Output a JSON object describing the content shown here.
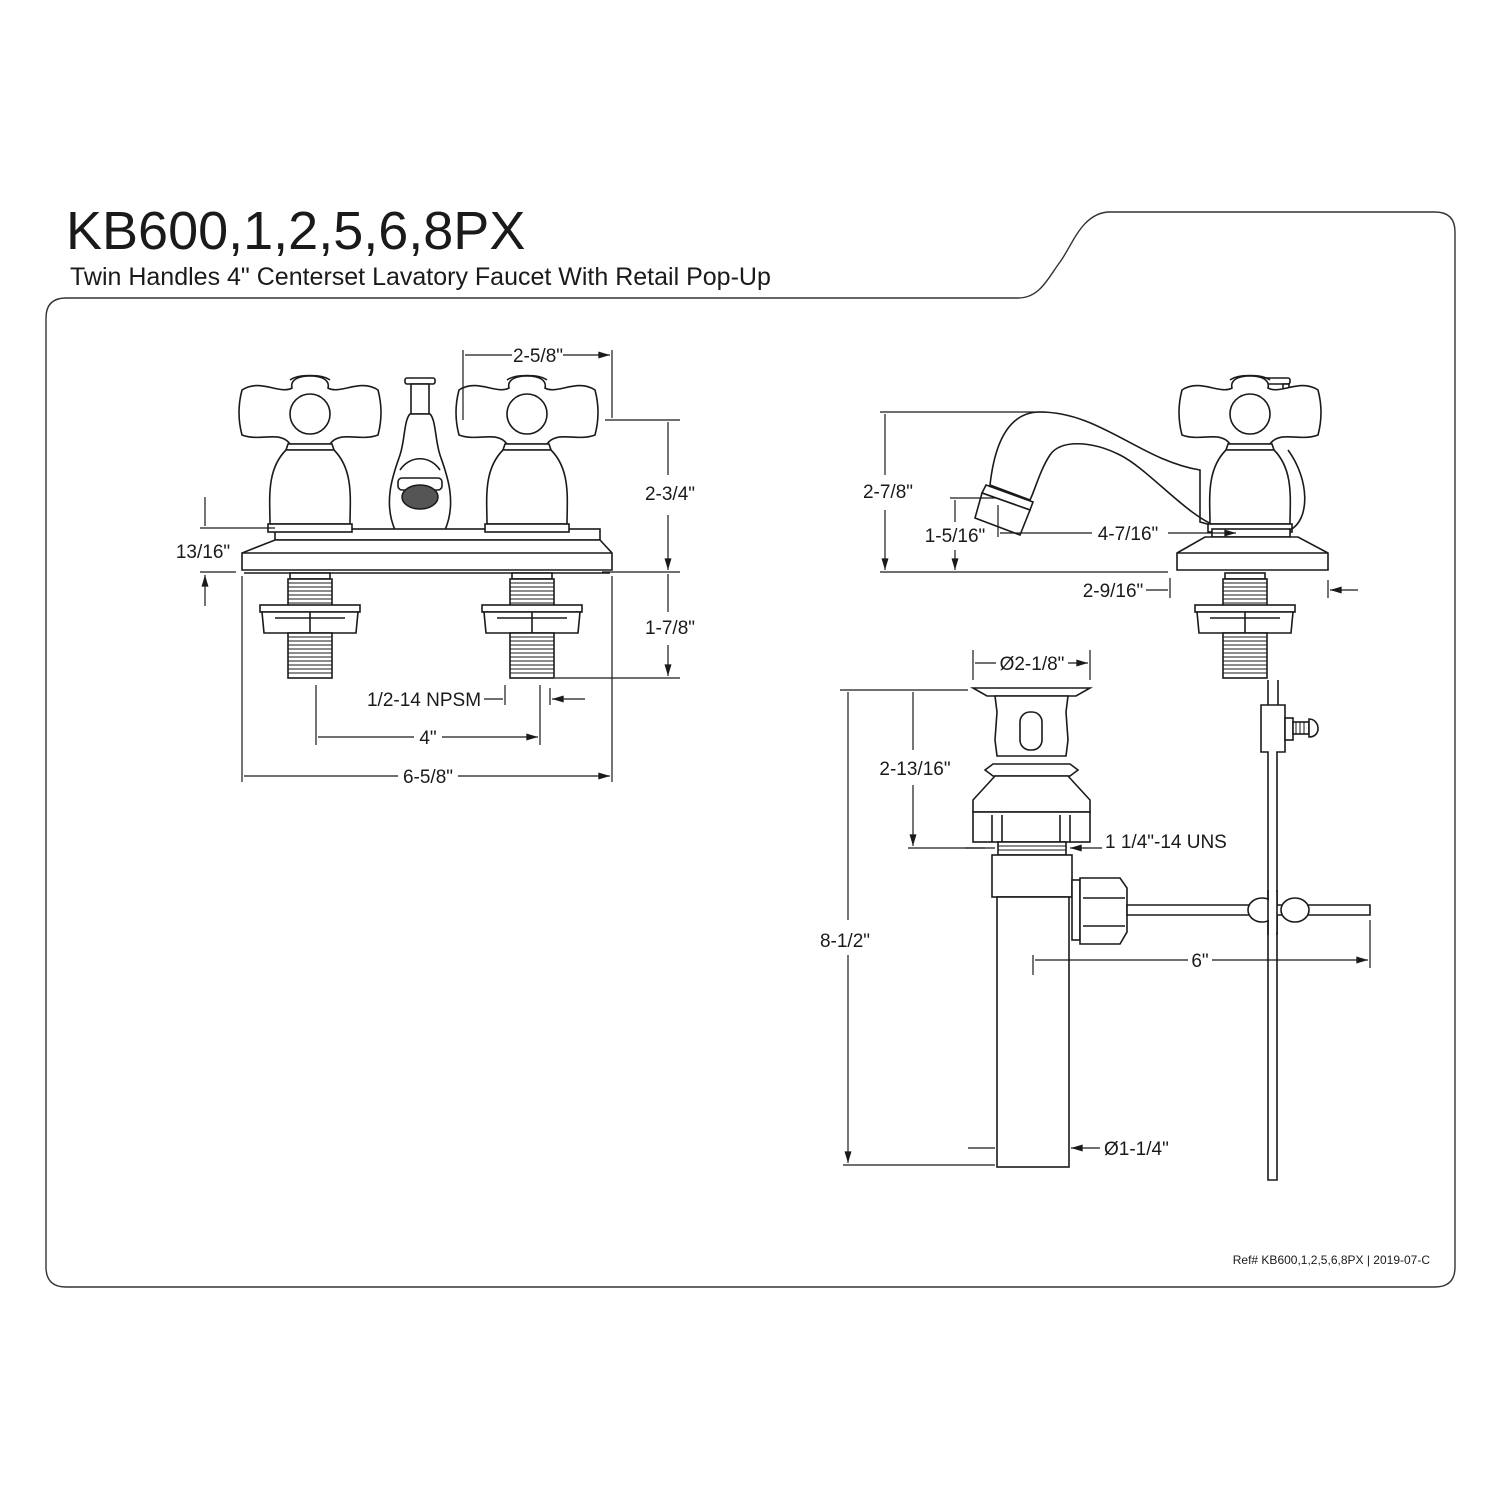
{
  "header": {
    "title": "KB600,1,2,5,6,8PX",
    "subtitle": "Twin Handles 4\" Centerset Lavatory Faucet With Retail Pop-Up"
  },
  "front_view": {
    "dims": {
      "handle_width": "2-5/8\"",
      "handle_height": "2-3/4\"",
      "base_height": "13/16\"",
      "shank_length": "1-7/8\"",
      "thread": "1/2-14 NPSM",
      "center": "4\"",
      "overall_width": "6-5/8\""
    }
  },
  "side_view": {
    "dims": {
      "overall_height": "2-7/8\"",
      "spout_clearance": "1-5/16\"",
      "spout_reach": "4-7/16\"",
      "base_depth": "2-9/16\""
    }
  },
  "drain_view": {
    "dims": {
      "flange_diameter": "Ø2-1/8\"",
      "body_height": "2-13/16\"",
      "overall_length": "8-1/2\"",
      "thread": "1 1/4\"-14 UNS",
      "rod_length": "6\"",
      "tail_diameter": "Ø1-1/4\""
    }
  },
  "footer": {
    "ref": "Ref# KB600,1,2,5,6,8PX | 2019-07-C"
  }
}
